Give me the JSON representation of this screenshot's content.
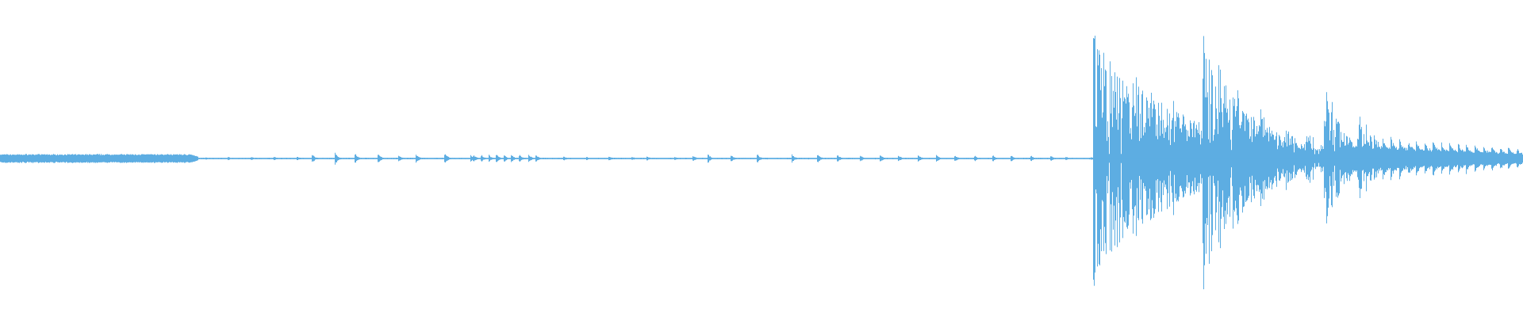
{
  "waveform": {
    "color": "#5dade2",
    "background": "#ffffff",
    "seed": 7,
    "segments": [
      {
        "from": 0.0,
        "to": 0.125,
        "kind": "noise",
        "amp": 0.028,
        "jitter": 0.003
      },
      {
        "from": 0.125,
        "to": 0.13,
        "kind": "ramp",
        "amp_from": 0.028,
        "amp_to": 0.012
      },
      {
        "from": 0.13,
        "to": 0.715,
        "kind": "floor",
        "amp": 0.004
      },
      {
        "from": 0.715,
        "to": 1.0,
        "kind": "floor",
        "amp": 0.006
      }
    ],
    "clicks": [
      [
        0.135,
        0.01
      ],
      [
        0.15,
        0.011
      ],
      [
        0.165,
        0.012
      ],
      [
        0.18,
        0.013
      ],
      [
        0.195,
        0.014
      ],
      [
        0.205,
        0.03
      ],
      [
        0.22,
        0.045
      ],
      [
        0.233,
        0.04
      ],
      [
        0.248,
        0.038
      ],
      [
        0.262,
        0.02
      ],
      [
        0.273,
        0.036
      ],
      [
        0.292,
        0.042
      ],
      [
        0.309,
        0.025
      ],
      [
        0.311,
        0.024
      ],
      [
        0.316,
        0.026
      ],
      [
        0.321,
        0.026
      ],
      [
        0.326,
        0.027
      ],
      [
        0.331,
        0.024
      ],
      [
        0.336,
        0.026
      ],
      [
        0.341,
        0.028
      ],
      [
        0.347,
        0.03
      ],
      [
        0.352,
        0.024
      ],
      [
        0.37,
        0.016
      ],
      [
        0.385,
        0.014
      ],
      [
        0.4,
        0.016
      ],
      [
        0.415,
        0.013
      ],
      [
        0.425,
        0.014
      ],
      [
        0.443,
        0.015
      ],
      [
        0.455,
        0.023
      ],
      [
        0.465,
        0.03
      ],
      [
        0.48,
        0.028
      ],
      [
        0.497,
        0.034
      ],
      [
        0.52,
        0.03
      ],
      [
        0.537,
        0.028
      ],
      [
        0.55,
        0.025
      ],
      [
        0.565,
        0.022
      ],
      [
        0.578,
        0.026
      ],
      [
        0.59,
        0.024
      ],
      [
        0.603,
        0.022
      ],
      [
        0.615,
        0.024
      ],
      [
        0.627,
        0.022
      ],
      [
        0.64,
        0.02
      ],
      [
        0.652,
        0.02
      ],
      [
        0.664,
        0.02
      ],
      [
        0.677,
        0.02
      ],
      [
        0.69,
        0.018
      ],
      [
        0.7,
        0.012
      ]
    ],
    "bursts": [
      {
        "at": 0.718,
        "peak": 0.95,
        "decay": 0.052,
        "rate": 1.6
      },
      {
        "at": 0.755,
        "peak": 0.45,
        "decay": 0.018,
        "rate": 1.4
      },
      {
        "at": 0.77,
        "peak": 0.4,
        "decay": 0.016,
        "rate": 1.4
      },
      {
        "at": 0.782,
        "peak": 0.28,
        "decay": 0.02,
        "rate": 1.3
      },
      {
        "at": 0.79,
        "peak": 0.95,
        "decay": 0.028,
        "rate": 1.7
      },
      {
        "at": 0.812,
        "peak": 0.55,
        "decay": 0.018,
        "rate": 1.5
      },
      {
        "at": 0.828,
        "peak": 0.35,
        "decay": 0.018,
        "rate": 1.4
      },
      {
        "at": 0.845,
        "peak": 0.25,
        "decay": 0.014,
        "rate": 1.2
      },
      {
        "at": 0.858,
        "peak": 0.22,
        "decay": 0.012,
        "rate": 1.2
      },
      {
        "at": 0.87,
        "peak": 0.55,
        "decay": 0.012,
        "rate": 1.5
      },
      {
        "at": 0.892,
        "peak": 0.35,
        "decay": 0.012,
        "rate": 1.3
      }
    ],
    "tail": {
      "from": 0.88,
      "to": 1.0,
      "amp_from": 0.2,
      "amp_to": 0.08,
      "period": 0.0055
    }
  }
}
